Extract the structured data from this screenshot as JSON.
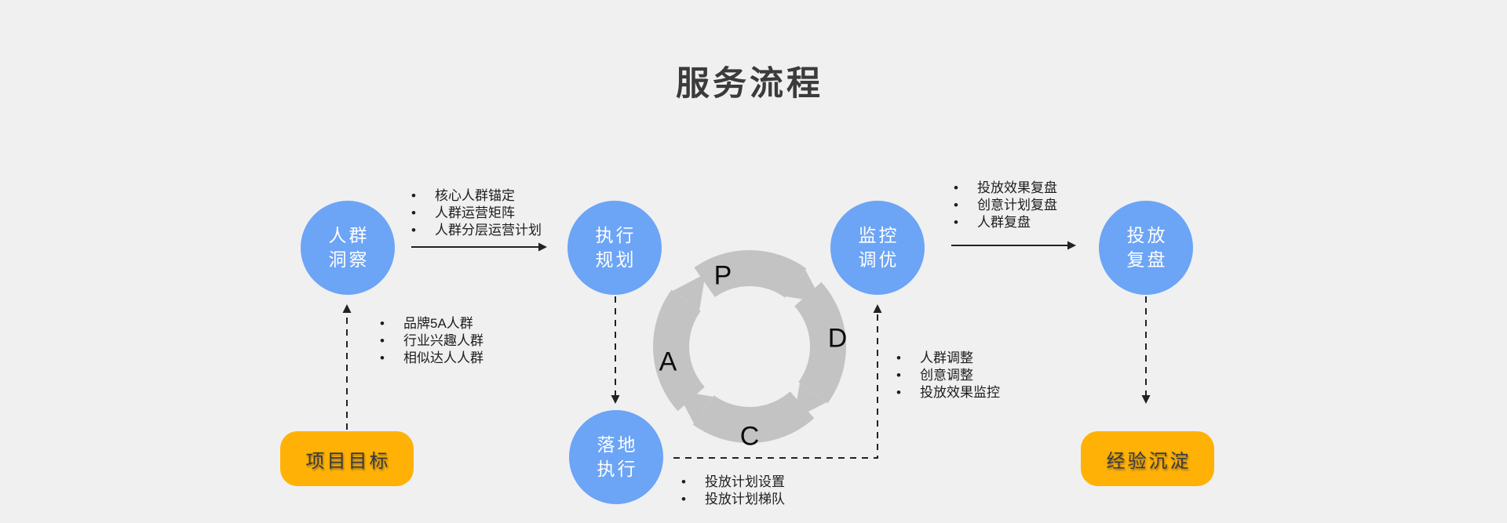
{
  "title": "服务流程",
  "colors": {
    "circle_blue": "#6CA4F6",
    "box_orange": "#FFB105",
    "ring_gray": "#C3C3C3",
    "background": "#F0F0F1",
    "line_black": "#222222",
    "title_gray": "#3B3B3B",
    "circle_text": "#FFFFFF",
    "pill_text": "#3A3A3A"
  },
  "nodes": {
    "audience_insight": {
      "line1": "人群",
      "line2": "洞察"
    },
    "execution_planning": {
      "line1": "执行",
      "line2": "规划"
    },
    "monitoring_tuning": {
      "line1": "监控",
      "line2": "调优"
    },
    "campaign_review": {
      "line1": "投放",
      "line2": "复盘"
    },
    "landing_execution": {
      "line1": "落地",
      "line2": "执行"
    }
  },
  "boxes": {
    "project_goal": "项目目标",
    "experience_accumulation": "经验沉淀"
  },
  "pdca": {
    "p": "P",
    "d": "D",
    "c": "C",
    "a": "A"
  },
  "lists": {
    "insight_to_planning": [
      "核心人群锚定",
      "人群运营矩阵",
      "人群分层运营计划"
    ],
    "goal_to_insight": [
      "品牌5A人群",
      "行业兴趣人群",
      "相似达人人群"
    ],
    "monitoring_to_review": [
      "投放效果复盘",
      "创意计划复盘",
      "人群复盘"
    ],
    "execution_to_monitoring": [
      "人群调整",
      "创意调整",
      "投放效果监控"
    ],
    "planning_to_execution": [
      "投放计划设置",
      "投放计划梯队"
    ]
  }
}
